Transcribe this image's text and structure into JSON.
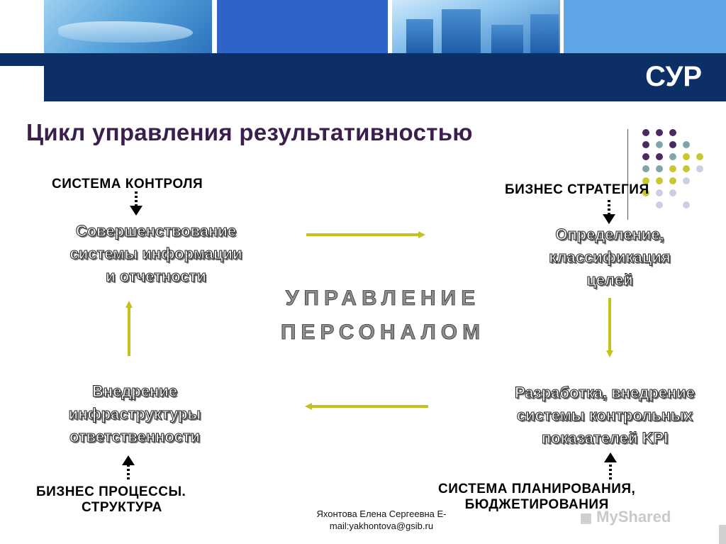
{
  "header": {
    "slide_tag": "СУР"
  },
  "heading": "Цикл управления результативностью",
  "center": {
    "line1": "УПРАВЛЕНИЕ",
    "line2": "ПЕРСОНАЛОМ"
  },
  "corners": {
    "top_left": {
      "label": "СИСТЕМА КОНТРОЛЯ",
      "lines": [
        "Совершенствование",
        "системы информации",
        "и отчетности"
      ]
    },
    "top_right": {
      "label": "БИЗНЕС СТРАТЕГИЯ",
      "lines": [
        "Определение,",
        "классификация",
        "целей"
      ]
    },
    "bottom_right": {
      "label_lines": [
        "СИСТЕМА ПЛАНИРОВАНИЯ,",
        "БЮДЖЕТИРОВАНИЯ"
      ],
      "lines": [
        "Разработка, внедрение",
        "системы контрольных",
        "показателей KPI"
      ]
    },
    "bottom_left": {
      "label_lines": [
        "БИЗНЕС ПРОЦЕССЫ.",
        "СТРУКТУРА"
      ],
      "lines": [
        "Внедрение",
        "инфраструктуры",
        "ответственности"
      ]
    }
  },
  "footer": {
    "line1": "Яхонтова Елена Сергеевна E-",
    "line2": "mail:yakhontova@gsib.ru"
  },
  "watermark": "MyShared",
  "colors": {
    "band": "#0c2f66",
    "arrow": "#c3c21c",
    "heading": "#3b1d4e",
    "dot_purple": "#4a2a63",
    "dot_teal": "#7ea6a8",
    "dot_yellow": "#c8c832",
    "dot_lavender": "#cfcde4"
  }
}
